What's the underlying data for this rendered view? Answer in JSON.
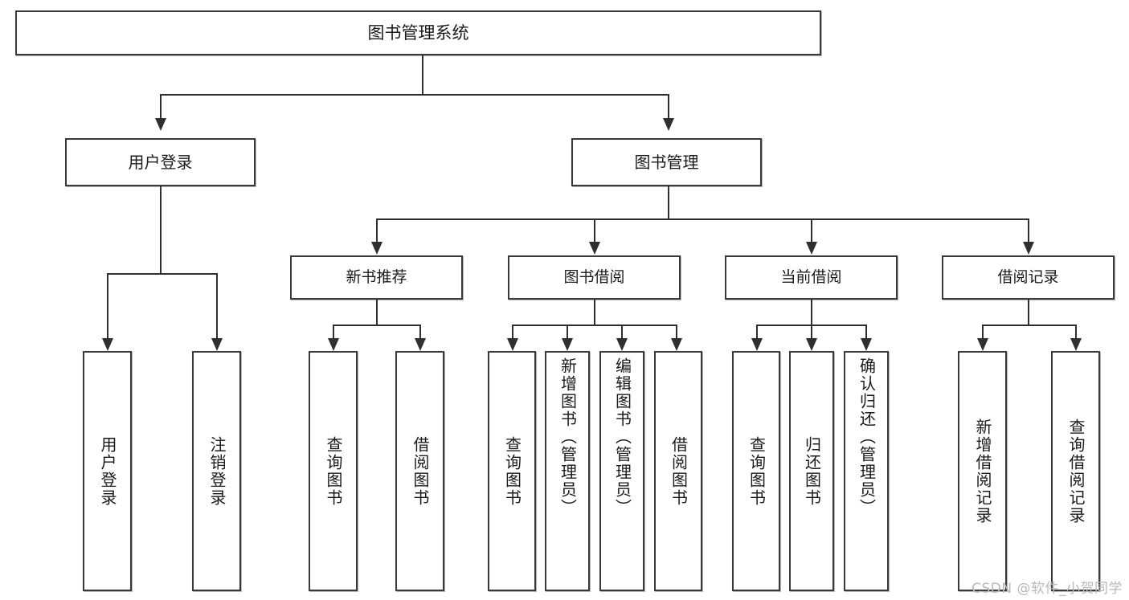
{
  "diagram": {
    "type": "tree",
    "title": "图书管理系统",
    "orientation": "top-down",
    "background_color": "#ffffff",
    "box_border_color": "#3a3a3a",
    "connector_color": "#2f2f2f",
    "text_color": "#1a1a1a"
  },
  "root": {
    "label": "图书管理系统"
  },
  "level1": [
    {
      "label": "用户登录"
    },
    {
      "label": "图书管理"
    }
  ],
  "level2": [
    {
      "label": "新书推荐"
    },
    {
      "label": "图书借阅"
    },
    {
      "label": "当前借阅"
    },
    {
      "label": "借阅记录"
    }
  ],
  "leaves": {
    "user_login": [
      {
        "label": "用户登录"
      },
      {
        "label": "注销登录"
      }
    ],
    "new_book_recommend": [
      {
        "label": "查询图书"
      },
      {
        "label": "借阅图书"
      }
    ],
    "book_borrow": [
      {
        "label": "查询图书"
      },
      {
        "label": "新增图书（管理员）"
      },
      {
        "label": "编辑图书（管理员）"
      },
      {
        "label": "借阅图书"
      }
    ],
    "current_borrow": [
      {
        "label": "查询图书"
      },
      {
        "label": "归还图书"
      },
      {
        "label": "确认归还（管理员）"
      }
    ],
    "borrow_record": [
      {
        "label": "新增借阅记录"
      },
      {
        "label": "查询借阅记录"
      }
    ]
  },
  "watermark": {
    "text": "CSDN @软件_小贺同学"
  }
}
